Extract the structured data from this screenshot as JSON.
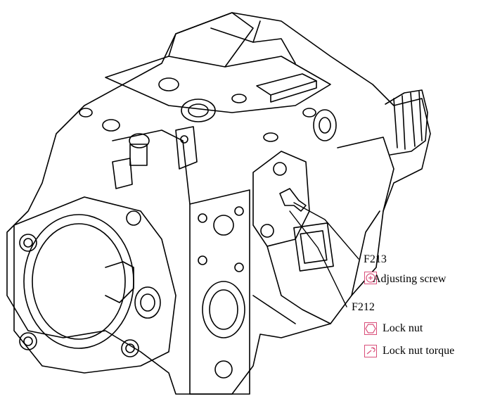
{
  "callouts": [
    {
      "code": "F213",
      "text": "Adjusting screw",
      "icon": "adjusting-screw-icon"
    },
    {
      "code": "F212",
      "text": "Lock nut",
      "icon": "hex-nut-icon"
    },
    {
      "code": "",
      "text": "Lock nut torque",
      "icon": "torque-wrench-icon"
    }
  ],
  "colors": {
    "line": "#000000",
    "icon_accent": "#d94f7a"
  }
}
